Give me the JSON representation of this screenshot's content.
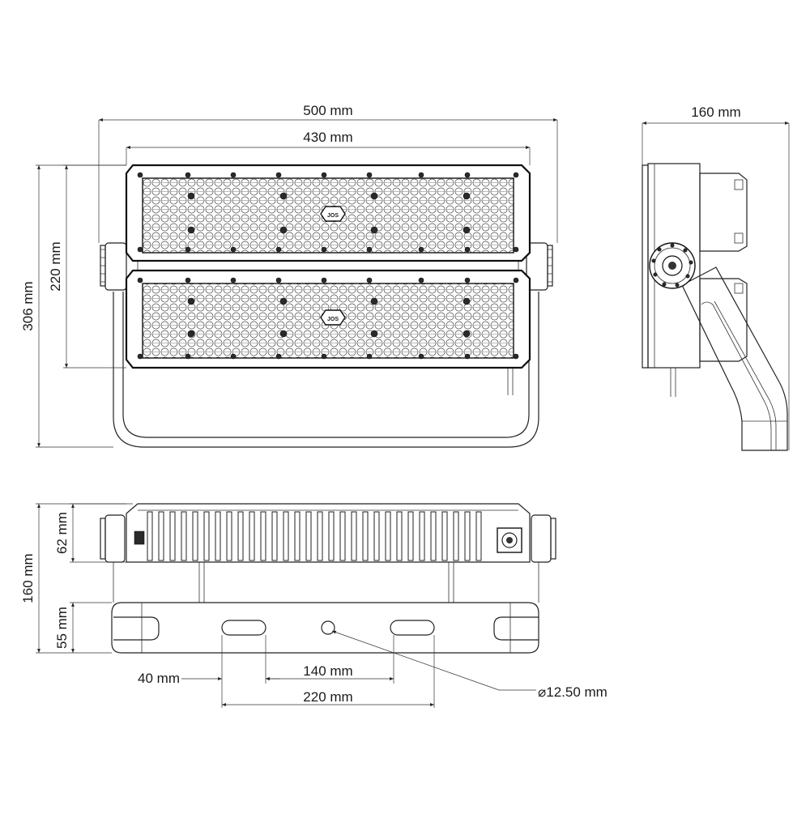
{
  "labels": {
    "width_overall": "500 mm",
    "width_panel": "430 mm",
    "height_overall": "306 mm",
    "height_panel": "220 mm",
    "depth_side": "160 mm",
    "depth_bottom": "160 mm",
    "depth_fins": "62 mm",
    "bracket_height": "55 mm",
    "slot_width": "40 mm",
    "slot_spacing": "140 mm",
    "slot_outer": "220 mm",
    "hole_diameter": "⌀12.50 mm"
  },
  "panel_logo": "JOS",
  "colors": {
    "line": "#222222",
    "background": "#ffffff"
  }
}
